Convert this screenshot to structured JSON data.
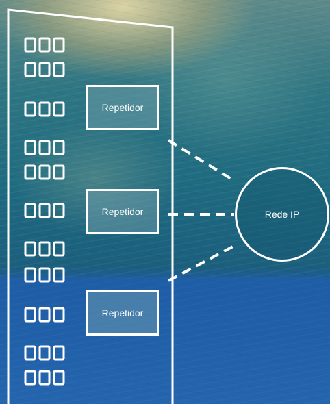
{
  "diagram": {
    "repeaters": [
      {
        "label": "Repetidor"
      },
      {
        "label": "Repetidor"
      },
      {
        "label": "Repetidor"
      }
    ],
    "network": {
      "label": "Rede IP"
    },
    "colors": {
      "stroke": "#ffffff",
      "sea_top": "#2f7683",
      "sea_bottom": "#2566ad"
    }
  }
}
